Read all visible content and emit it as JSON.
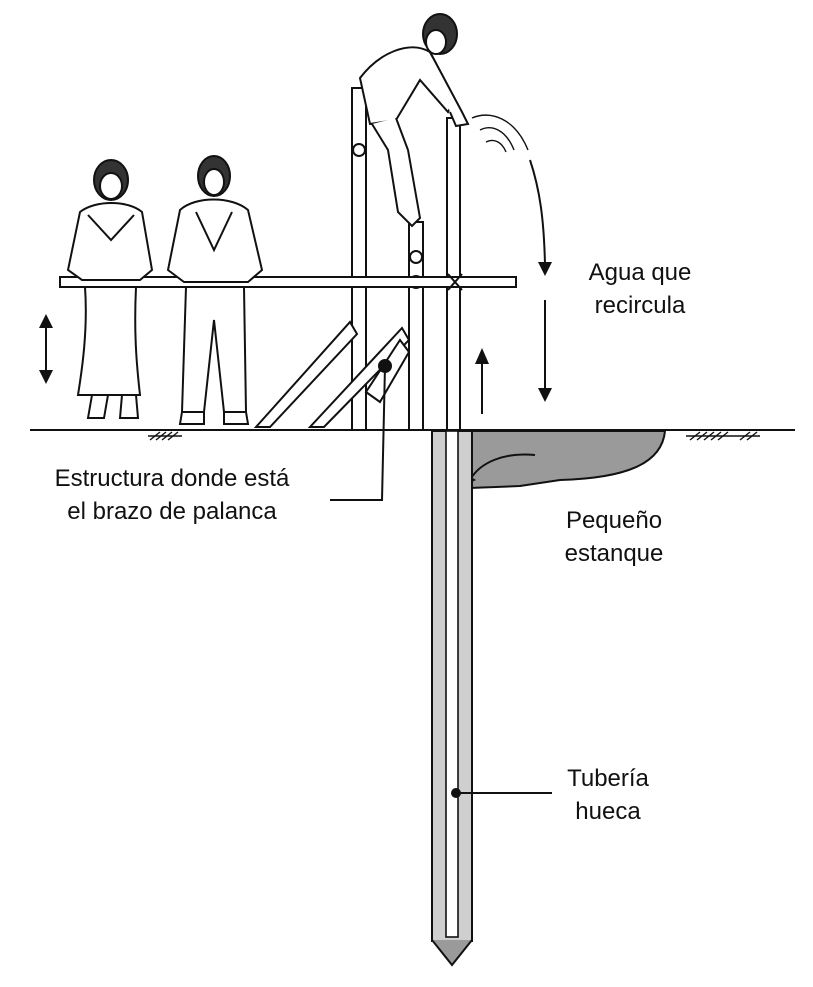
{
  "labels": {
    "recirculating_water": [
      "Agua que",
      "recircula"
    ],
    "lever_frame": [
      "Estructura donde está",
      "el brazo de palanca"
    ],
    "small_pond": [
      "Pequeño",
      "estanque"
    ],
    "hollow_pipe": [
      "Tubería",
      "hueca"
    ]
  },
  "colors": {
    "ink": "#111111",
    "pond": "#9a9a9a",
    "pipe_fill": "#cfcfcf"
  }
}
